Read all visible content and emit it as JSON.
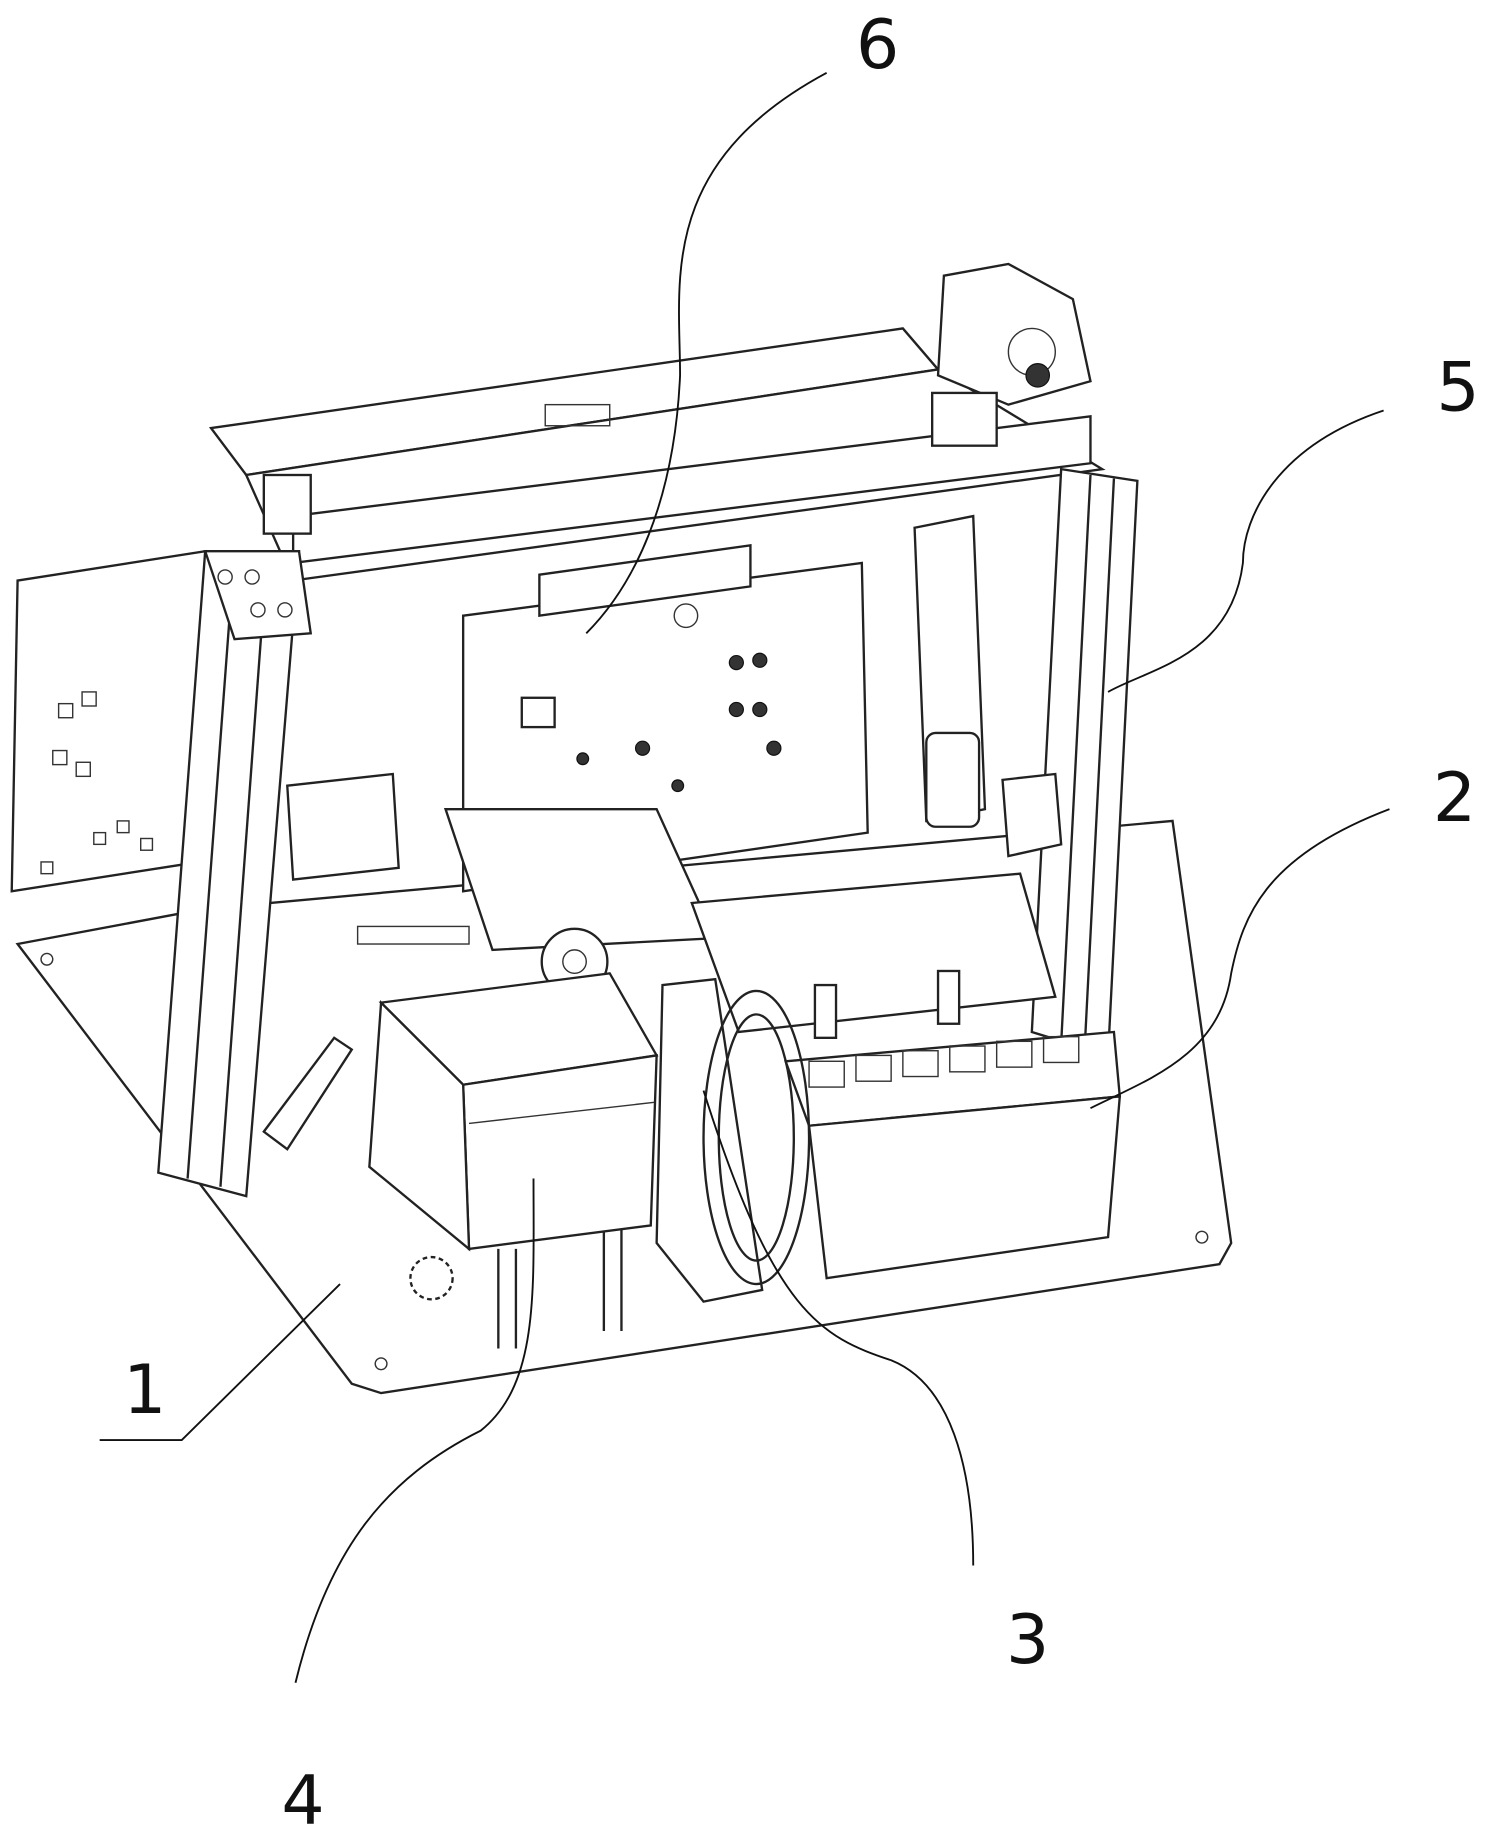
{
  "figure": {
    "labels": {
      "base_plate": "1",
      "tray_module": "2",
      "chain_wheel": "3",
      "box_unit": "4",
      "gantry_frame": "5",
      "back_panel": "6"
    }
  }
}
